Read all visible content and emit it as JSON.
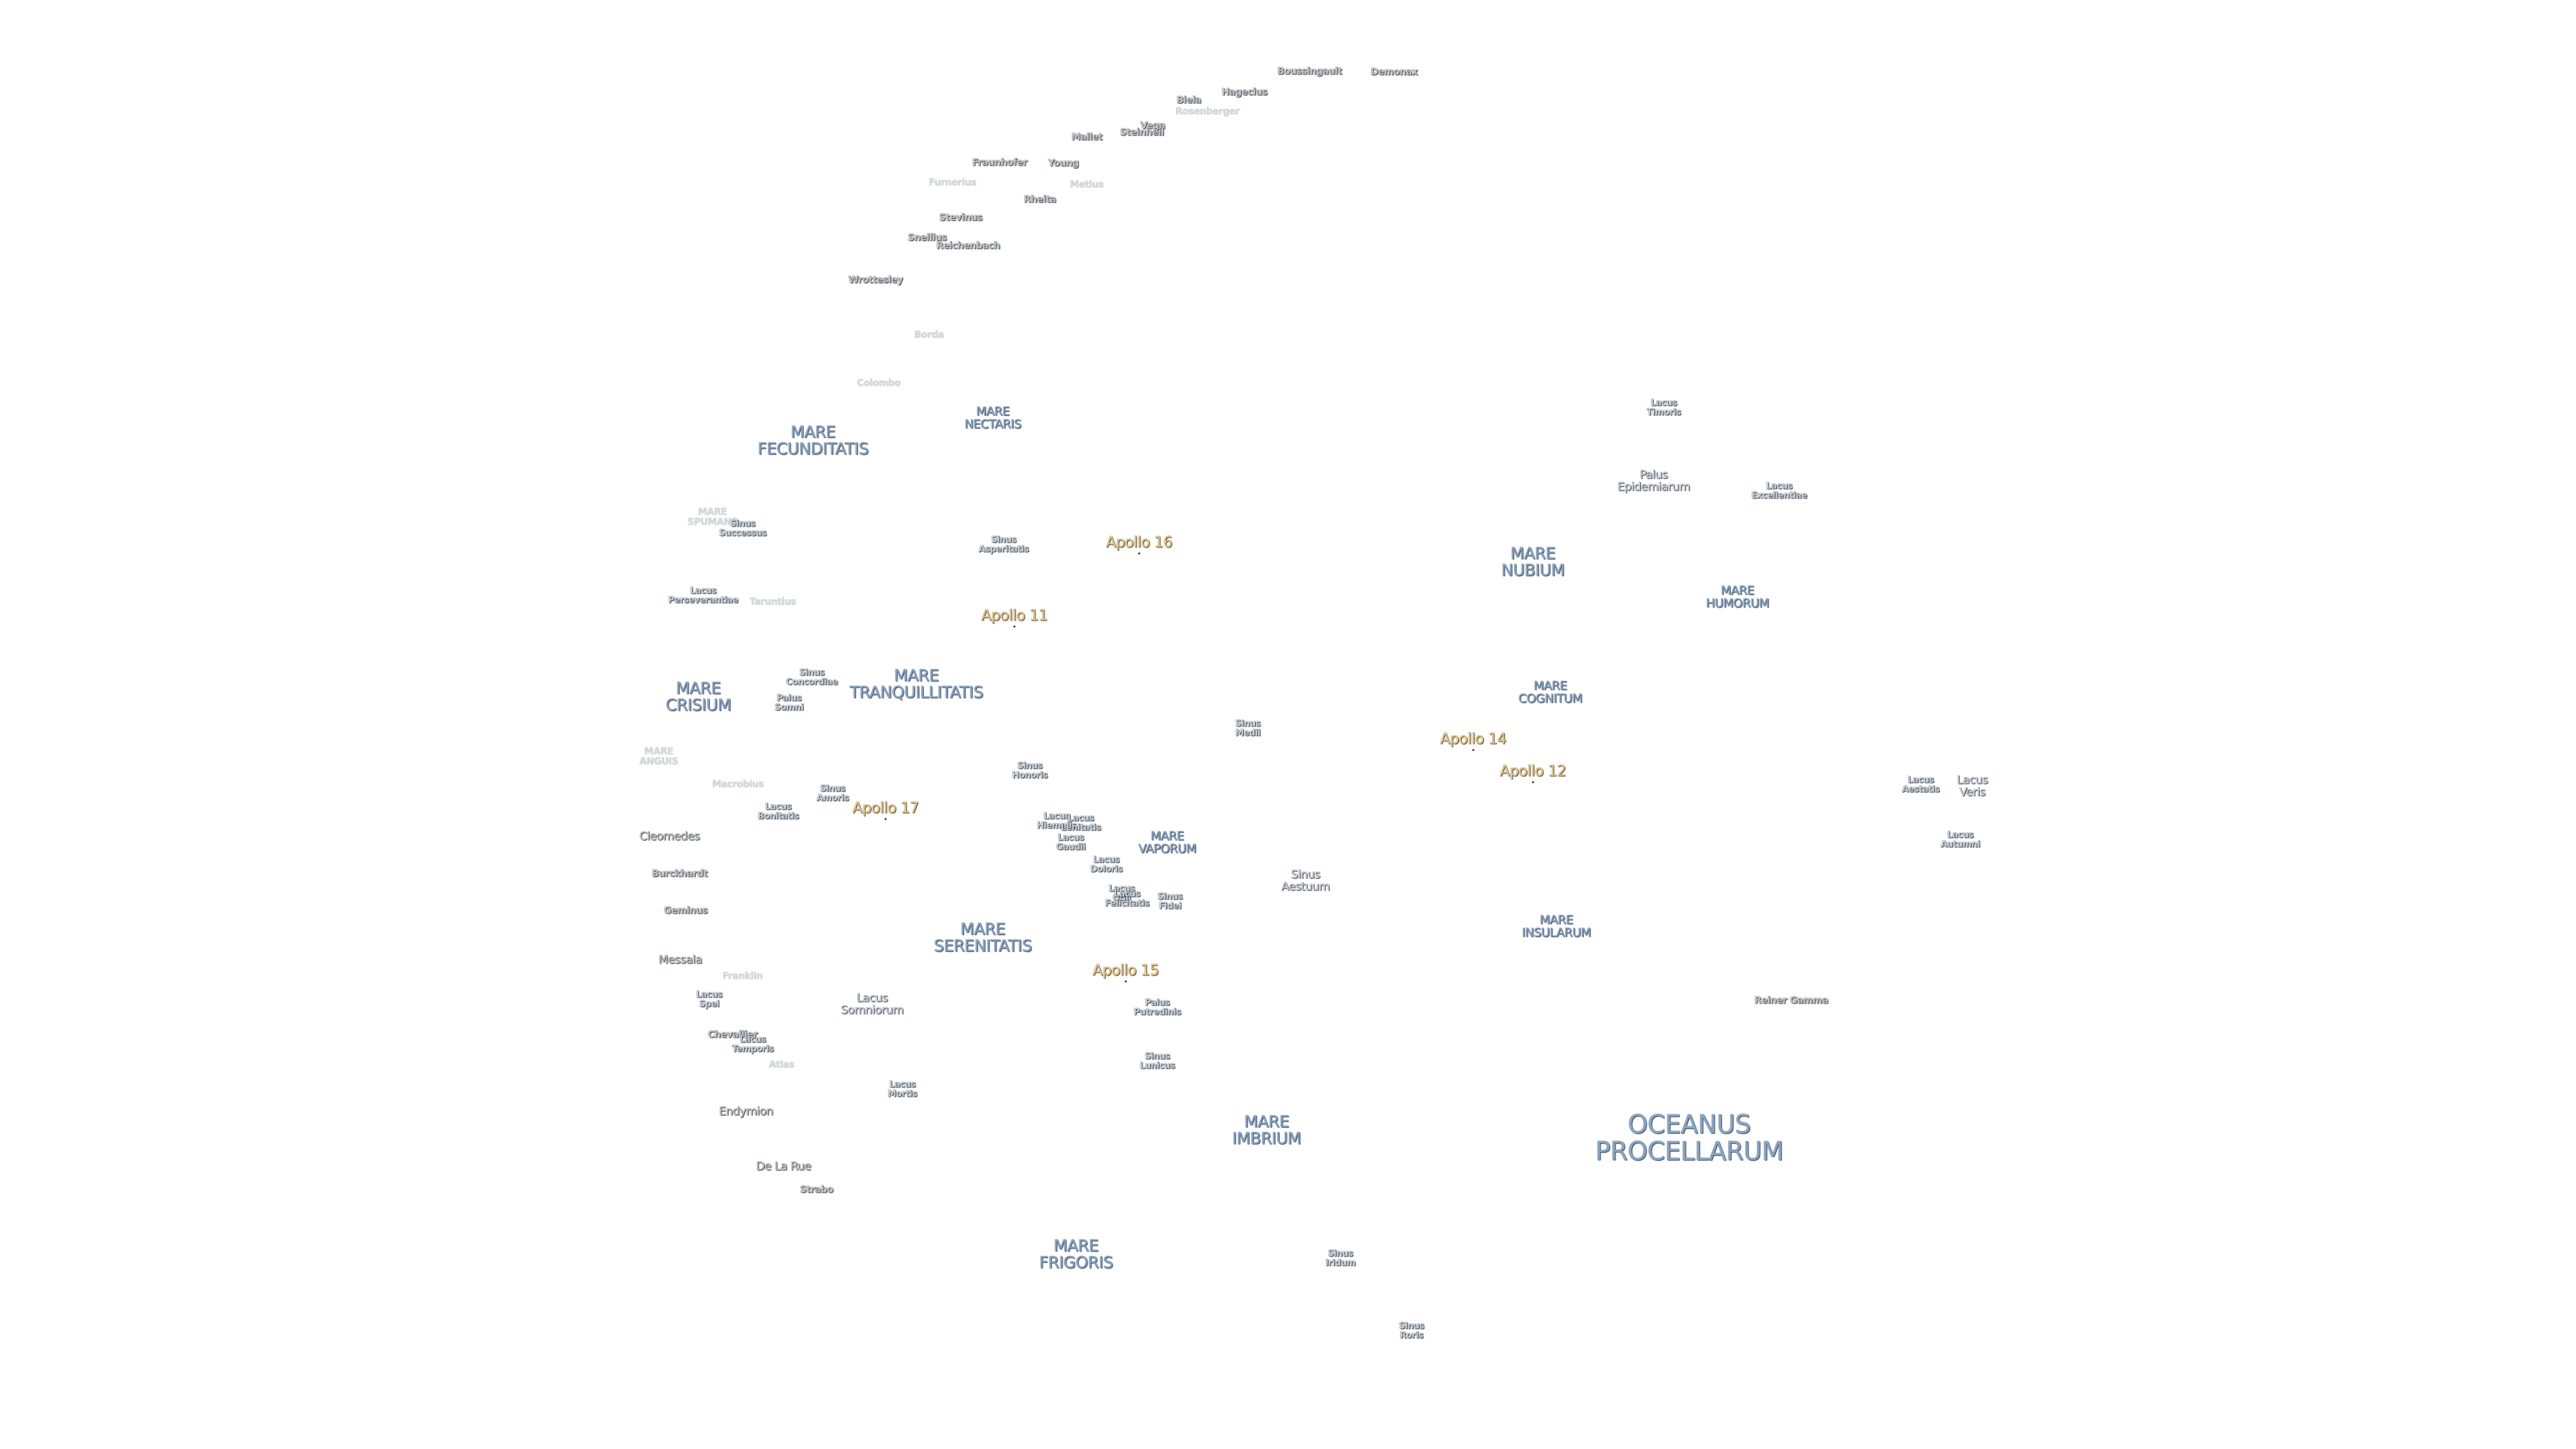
{
  "labels": [
    {
      "id": "boussingault",
      "text": "Boussingault",
      "kind": "crater"
    },
    {
      "id": "demonax",
      "text": "Demonax",
      "kind": "crater"
    },
    {
      "id": "biela",
      "text": "Biela",
      "kind": "crater"
    },
    {
      "id": "hagecius",
      "text": "Hagecius",
      "kind": "crater"
    },
    {
      "id": "rosenberger",
      "text": "Rosenberger",
      "kind": "faded"
    },
    {
      "id": "vega",
      "text": "Vega",
      "kind": "crater"
    },
    {
      "id": "steinheil",
      "text": "Steinheil",
      "kind": "crater"
    },
    {
      "id": "mallet",
      "text": "Mallet",
      "kind": "crater"
    },
    {
      "id": "fraunhofer",
      "text": "Fraunhofer",
      "kind": "crater"
    },
    {
      "id": "young",
      "text": "Young",
      "kind": "crater"
    },
    {
      "id": "furnerius",
      "text": "Furnerius",
      "kind": "faded"
    },
    {
      "id": "metius",
      "text": "Metius",
      "kind": "faded"
    },
    {
      "id": "rheita",
      "text": "Rheita",
      "kind": "crater"
    },
    {
      "id": "stevinus",
      "text": "Stevinus",
      "kind": "crater"
    },
    {
      "id": "snellius",
      "text": "Snellius",
      "kind": "crater"
    },
    {
      "id": "reichenbach",
      "text": "Reichenbach",
      "kind": "crater"
    },
    {
      "id": "wrottesley",
      "text": "Wrottesley",
      "kind": "crater"
    },
    {
      "id": "borda",
      "text": "Borda",
      "kind": "faded"
    },
    {
      "id": "colombo",
      "text": "Colombo",
      "kind": "faded"
    },
    {
      "id": "mare-fecunditatis",
      "text": "MARE\nFECUNDITATIS",
      "kind": "mare"
    },
    {
      "id": "mare-nectaris",
      "text": "MARE\nNECTARIS",
      "kind": "mare-small"
    },
    {
      "id": "mare-spumans",
      "text": "MARE\nSPUMANS",
      "kind": "faded"
    },
    {
      "id": "sinus-successus",
      "text": "Sinus\nSuccessus",
      "kind": "minor"
    },
    {
      "id": "lacus-perseverantiae",
      "text": "Lacus\nPerseverantiae",
      "kind": "minor"
    },
    {
      "id": "taruntius",
      "text": "Taruntius",
      "kind": "faded"
    },
    {
      "id": "sinus-asperitatis",
      "text": "Sinus\nAsperitatis",
      "kind": "minor"
    },
    {
      "id": "apollo-16",
      "text": "Apollo 16",
      "kind": "apollo"
    },
    {
      "id": "apollo-11",
      "text": "Apollo 11",
      "kind": "apollo"
    },
    {
      "id": "sinus-concordiae",
      "text": "Sinus\nConcordiae",
      "kind": "minor"
    },
    {
      "id": "palus-somni",
      "text": "Palus\nSomni",
      "kind": "minor"
    },
    {
      "id": "mare-tranquillitatis",
      "text": "MARE\nTRANQUILLITATIS",
      "kind": "mare"
    },
    {
      "id": "mare-crisium",
      "text": "MARE\nCRISIUM",
      "kind": "mare"
    },
    {
      "id": "mare-anguis",
      "text": "MARE\nANGUIS",
      "kind": "faded"
    },
    {
      "id": "macrobius",
      "text": "Macrobius",
      "kind": "faded"
    },
    {
      "id": "sinus-amoris",
      "text": "Sinus\nAmoris",
      "kind": "minor"
    },
    {
      "id": "lacus-bonitatis",
      "text": "Lacus\nBonitatis",
      "kind": "minor"
    },
    {
      "id": "apollo-17",
      "text": "Apollo 17",
      "kind": "apollo"
    },
    {
      "id": "cleomedes",
      "text": "Cleomedes",
      "kind": "crater-lg"
    },
    {
      "id": "burckhardt",
      "text": "Burckhardt",
      "kind": "crater"
    },
    {
      "id": "geminus",
      "text": "Geminus",
      "kind": "crater"
    },
    {
      "id": "messala",
      "text": "Messala",
      "kind": "crater-lg"
    },
    {
      "id": "franklin",
      "text": "Franklin",
      "kind": "faded"
    },
    {
      "id": "lacus-spei",
      "text": "Lacus\nSpei",
      "kind": "minor"
    },
    {
      "id": "chevallier",
      "text": "Chevallier",
      "kind": "crater"
    },
    {
      "id": "lacus-temporis",
      "text": "Lacus\nTemporis",
      "kind": "minor"
    },
    {
      "id": "atlas",
      "text": "Atlas",
      "kind": "faded"
    },
    {
      "id": "endymion",
      "text": "Endymion",
      "kind": "crater-lg"
    },
    {
      "id": "de-la-rue",
      "text": "De La Rue",
      "kind": "crater-lg"
    },
    {
      "id": "strabo",
      "text": "Strabo",
      "kind": "crater"
    },
    {
      "id": "sinus-honoris",
      "text": "Sinus\nHonoris",
      "kind": "minor"
    },
    {
      "id": "lacus-hiemalis",
      "text": "Lacus\nHiemalis",
      "kind": "minor"
    },
    {
      "id": "lacus-lenitatis",
      "text": "Lacus\nLenitatis",
      "kind": "minor"
    },
    {
      "id": "lacus-gaudii",
      "text": "Lacus\nGaudii",
      "kind": "minor"
    },
    {
      "id": "lacus-doloris",
      "text": "Lacus\nDoloris",
      "kind": "minor"
    },
    {
      "id": "lacus-odii",
      "text": "Lacus\nOdii",
      "kind": "minor"
    },
    {
      "id": "lacus-felicitatis",
      "text": "Lacus\nFelicitatis",
      "kind": "minor"
    },
    {
      "id": "sinus-fidei",
      "text": "Sinus\nFidei",
      "kind": "minor"
    },
    {
      "id": "mare-vaporum",
      "text": "MARE\nVAPORUM",
      "kind": "mare-small"
    },
    {
      "id": "sinus-medii",
      "text": "Sinus\nMedii",
      "kind": "minor"
    },
    {
      "id": "mare-serenitatis",
      "text": "MARE\nSERENITATIS",
      "kind": "mare"
    },
    {
      "id": "apollo-15",
      "text": "Apollo 15",
      "kind": "apollo"
    },
    {
      "id": "palus-putredinis",
      "text": "Palus\nPutredinis",
      "kind": "minor"
    },
    {
      "id": "sinus-lunicus",
      "text": "Sinus\nLunicus",
      "kind": "minor"
    },
    {
      "id": "lacus-somniorum",
      "text": "Lacus\nSomniorum",
      "kind": "medium"
    },
    {
      "id": "lacus-mortis",
      "text": "Lacus\nMortis",
      "kind": "minor"
    },
    {
      "id": "sinus-aestuum",
      "text": "Sinus\nAestuum",
      "kind": "medium"
    },
    {
      "id": "mare-imbrium",
      "text": "MARE\nIMBRIUM",
      "kind": "mare"
    },
    {
      "id": "mare-frigoris",
      "text": "MARE\nFRIGORIS",
      "kind": "mare"
    },
    {
      "id": "sinus-iridum",
      "text": "Sinus\nIridum",
      "kind": "minor"
    },
    {
      "id": "sinus-roris",
      "text": "Sinus\nRoris",
      "kind": "minor"
    },
    {
      "id": "lacus-timoris",
      "text": "Lacus\nTimoris",
      "kind": "minor"
    },
    {
      "id": "palus-epidemiarum",
      "text": "Palus\nEpidemiarum",
      "kind": "medium"
    },
    {
      "id": "lacus-excellentiae",
      "text": "Lacus\nExcellentiae",
      "kind": "minor"
    },
    {
      "id": "mare-nubium",
      "text": "MARE\nNUBIUM",
      "kind": "mare"
    },
    {
      "id": "mare-humorum",
      "text": "MARE\nHUMORUM",
      "kind": "mare-small"
    },
    {
      "id": "mare-cognitum",
      "text": "MARE\nCOGNITUM",
      "kind": "mare-small"
    },
    {
      "id": "apollo-14",
      "text": "Apollo 14",
      "kind": "apollo"
    },
    {
      "id": "apollo-12",
      "text": "Apollo 12",
      "kind": "apollo"
    },
    {
      "id": "mare-insularum",
      "text": "MARE\nINSULARUM",
      "kind": "mare-small"
    },
    {
      "id": "lacus-autumni",
      "text": "Lacus\nAutumni",
      "kind": "minor"
    },
    {
      "id": "lacus-veris",
      "text": "Lacus\nVeris",
      "kind": "medium"
    },
    {
      "id": "lacus-aestatis",
      "text": "Lacus\nAestatis",
      "kind": "minor"
    },
    {
      "id": "reiner-gamma",
      "text": "Reiner Gamma",
      "kind": "crater"
    },
    {
      "id": "oceanus-procellarum",
      "text": "OCEANUS\nPROCELLARUM",
      "kind": "ocean"
    }
  ]
}
